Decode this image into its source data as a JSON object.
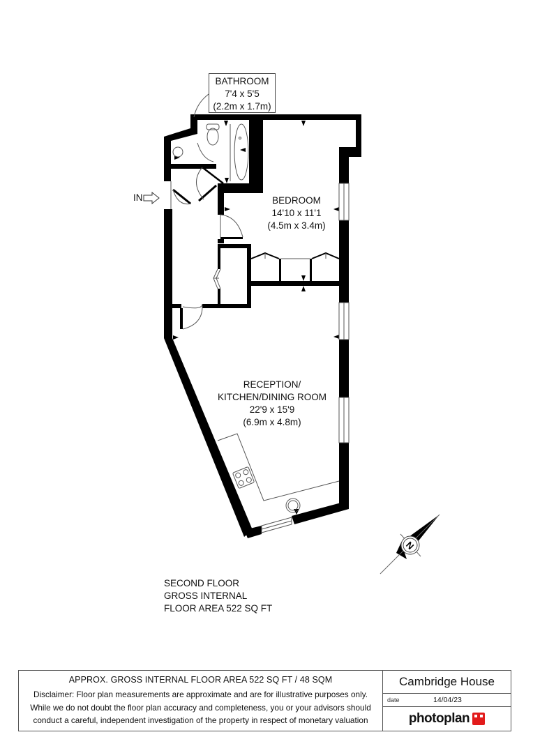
{
  "rooms": {
    "bathroom": {
      "name": "BATHROOM",
      "dims_imperial": "7'4 x 5'5",
      "dims_metric": "(2.2m x 1.7m)"
    },
    "bedroom": {
      "name": "BEDROOM",
      "dims_imperial": "14'10 x 11'1",
      "dims_metric": "(4.5m x 3.4m)"
    },
    "reception": {
      "name_line1": "RECEPTION/",
      "name_line2": "KITCHEN/DINING ROOM",
      "dims_imperial": "22'9 x 15'9",
      "dims_metric": "(6.9m x 4.8m)"
    }
  },
  "entrance": {
    "label": "IN"
  },
  "floor_info": {
    "line1": "SECOND FLOOR",
    "line2": "GROSS INTERNAL",
    "line3": "FLOOR AREA 522 SQ FT"
  },
  "compass": {
    "label": "N"
  },
  "footer": {
    "title": "APPROX. GROSS INTERNAL FLOOR AREA 522 SQ FT / 48 SQM",
    "disclaimer_line1": "Disclaimer: Floor plan measurements are approximate and are for illustrative purposes only.",
    "disclaimer_line2": "While we do not doubt the floor plan accuracy and completeness, you or your advisors should",
    "disclaimer_line3": "conduct a careful, independent investigation of the property in respect of monetary valuation",
    "property_name": "Cambridge House",
    "date_label": "date",
    "date_value": "14/04/23",
    "brand": "photoplan",
    "brand_color": "#e21b1b"
  }
}
